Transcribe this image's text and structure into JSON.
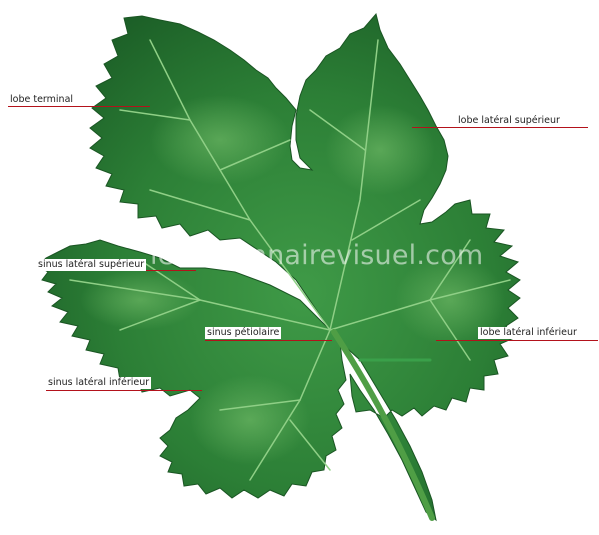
{
  "labels": {
    "lobe_terminal": "lobe terminal",
    "lobe_lateral_superieur": "lobe latéral supérieur",
    "sinus_lateral_superieur": "sinus latéral supérieur",
    "sinus_petiolaire": "sinus pétiolaire",
    "lobe_lateral_inferieur": "lobe latéral inférieur",
    "sinus_lateral_inferieur": "sinus latéral inférieur"
  },
  "watermark": "ledictionnairevisuel.com",
  "colors": {
    "leaf_dark": "#1f6b2c",
    "leaf_mid": "#2f8a3c",
    "leaf_light": "#5cae5a",
    "vein": "#8fcf86",
    "leader_line": "#b3121b"
  }
}
